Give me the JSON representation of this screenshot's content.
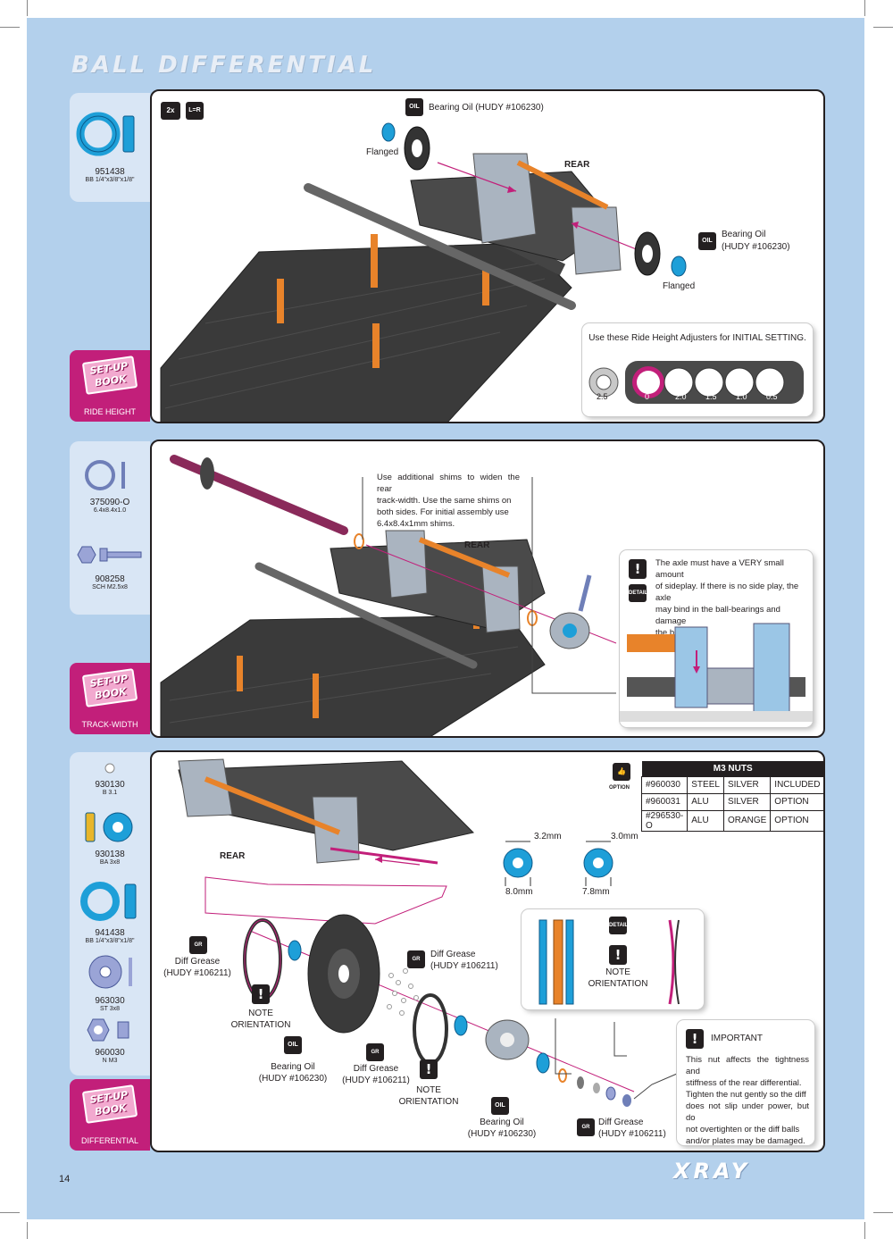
{
  "page": {
    "title": "BALL DIFFERENTIAL",
    "page_number": "14",
    "brand": "XRAY"
  },
  "step1": {
    "parts": [
      {
        "number": "951438",
        "desc": "BB 1/4\"x3/8\"x1/8\""
      }
    ],
    "setup_book": {
      "label": "SET-UP BOOK",
      "caption": "RIDE HEIGHT"
    },
    "multiplier": "2x",
    "lr_icon": "L=R",
    "oil_icon": "OIL",
    "bearing_oil_top": "Bearing Oil (HUDY #106230)",
    "flanged_left": "Flanged",
    "rear": "REAR",
    "bearing_oil_right_1": "Bearing Oil",
    "bearing_oil_right_2": "(HUDY #106230)",
    "flanged_right": "Flanged",
    "adjusters_title": "Use these Ride Height Adjusters for INITIAL SETTING.",
    "adjusters": [
      "2.5",
      "0",
      "2.0",
      "1.5",
      "1.0",
      "0.5"
    ]
  },
  "step2": {
    "parts": [
      {
        "number": "375090-O",
        "desc": "6.4x8.4x1.0"
      },
      {
        "number": "908258",
        "desc": "SCH M2.5x8"
      }
    ],
    "setup_book": {
      "label": "SET-UP BOOK",
      "caption": "TRACK-WIDTH"
    },
    "shims_note": [
      "Use additional shims to widen the rear",
      "track-width. Use the same shims on",
      "both sides. For initial assembly use",
      "6.4x8.4x1mm shims."
    ],
    "rear": "REAR",
    "warn_symbol": "!",
    "detail_icon": "DETAIL",
    "axle_note": [
      "The axle must have a VERY small amount",
      "of sideplay. If there is no side play, the axle",
      "may bind in the ball-bearings and damage",
      "the bearings."
    ]
  },
  "step3": {
    "parts": [
      {
        "number": "930130",
        "desc": "B 3.1"
      },
      {
        "number": "930138",
        "desc": "BA 3x8"
      },
      {
        "number": "941438",
        "desc": "BB 1/4\"x3/8\"x1/8\""
      },
      {
        "number": "963030",
        "desc": "ST 3x8"
      },
      {
        "number": "960030",
        "desc": "N M3"
      }
    ],
    "setup_book": {
      "label": "SET-UP BOOK",
      "caption": "DIFFERENTIAL"
    },
    "rear": "REAR",
    "option_icon": "OPTION",
    "grease_icon": "GR",
    "nuts_table": {
      "title": "M3 NUTS",
      "rows": [
        [
          "#960030",
          "STEEL",
          "SILVER",
          "INCLUDED"
        ],
        [
          "#960031",
          "ALU",
          "SILVER",
          "OPTION"
        ],
        [
          "#296530-O",
          "ALU",
          "ORANGE",
          "OPTION"
        ]
      ]
    },
    "dims": {
      "w1": "3.2mm",
      "w2": "3.0mm",
      "d1": "8.0mm",
      "d2": "7.8mm"
    },
    "diff_grease_left_1": "Diff Grease",
    "diff_grease_left_2": "(HUDY #106211)",
    "diff_grease_mid_1": "Diff Grease",
    "diff_grease_mid_2": "(HUDY #106211)",
    "diff_grease_low_1": "Diff Grease",
    "diff_grease_low_2": "(HUDY #106211)",
    "diff_grease_right_1": "Diff Grease",
    "diff_grease_right_2": "(HUDY #106211)",
    "note_orientation_1": "NOTE",
    "note_orientation_2": "ORIENTATION",
    "bearing_oil_1": "Bearing Oil",
    "bearing_oil_2": "(HUDY #106230)",
    "important_title": "IMPORTANT",
    "important_text": [
      "This nut affects the tightness and",
      "stiffness of the rear differential.",
      "Tighten the nut gently so the diff",
      "does not slip under power, but do",
      "not overtighten or the diff balls",
      "and/or plates may be damaged."
    ]
  },
  "colors": {
    "page_bg": "#b3d0ec",
    "accent_magenta": "#c21f7a",
    "bearing_blue": "#1e9fd8",
    "axle_orange": "#e8832a"
  }
}
